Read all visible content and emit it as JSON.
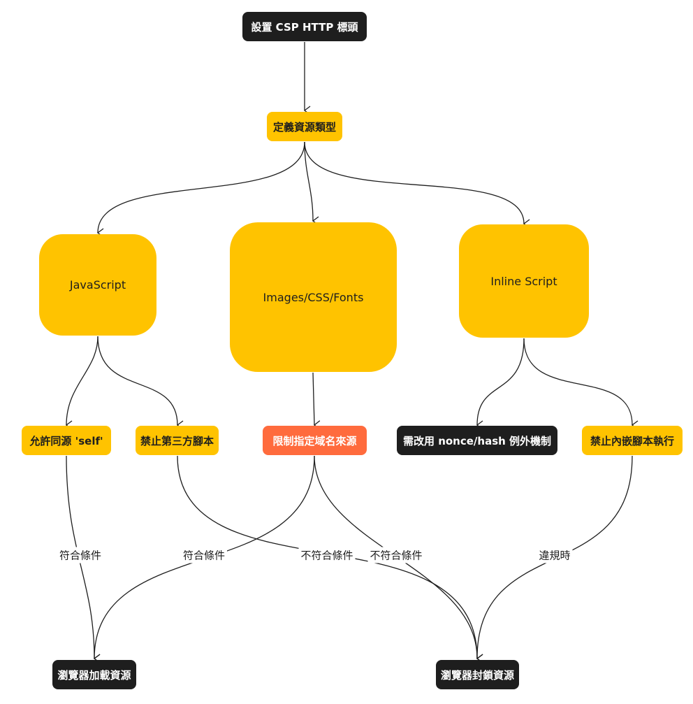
{
  "colors": {
    "dark": "#1e1e1e",
    "yellow": "#ffc300",
    "orange": "#ff6b3d",
    "line": "#1e1e1e"
  },
  "nodes": {
    "set_csp_header": "設置 CSP HTTP 標頭",
    "define_resource_types": "定義資源類型",
    "javascript": "JavaScript",
    "images_css_fonts": "Images/CSS/Fonts",
    "inline_script": "Inline Script",
    "allow_same_origin": "允許同源 'self'",
    "block_third_party": "禁止第三方腳本",
    "restrict_domains": "限制指定域名來源",
    "nonce_hash": "需改用 nonce/hash 例外機制",
    "block_inline": "禁止內嵌腳本執行",
    "browser_load": "瀏覽器加載資源",
    "browser_block": "瀏覽器封鎖資源"
  },
  "edge_labels": {
    "allow_to_load": "符合條件",
    "restrict_to_load": "符合條件",
    "third_party_to_block": "不符合條件",
    "restrict_to_block": "不符合條件",
    "inline_violation": "違規時"
  }
}
